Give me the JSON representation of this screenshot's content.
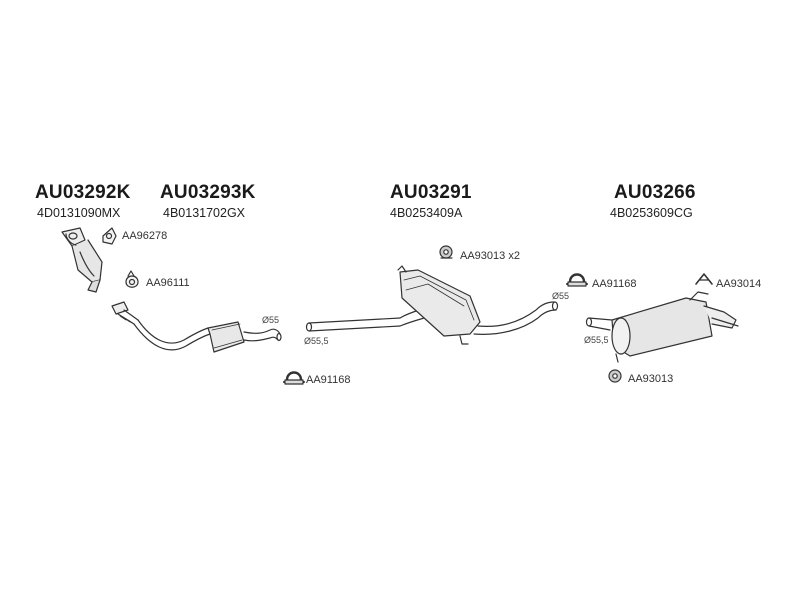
{
  "parts": [
    {
      "code": "AU03292K",
      "ref": "4D0131090MX"
    },
    {
      "code": "AU03293K",
      "ref": "4B0131702GX"
    },
    {
      "code": "AU03291",
      "ref": "4B0253409A"
    },
    {
      "code": "AU03266",
      "ref": "4B0253609CG"
    }
  ],
  "accessories": [
    {
      "label": "AA96278",
      "icon": "gasket-icon"
    },
    {
      "label": "AA96111",
      "icon": "gasket-icon"
    },
    {
      "label": "AA91168",
      "icon": "clamp-icon"
    },
    {
      "label": "AA93013 x2",
      "icon": "rubber-hanger-icon"
    },
    {
      "label": "AA91168",
      "icon": "clamp-icon"
    },
    {
      "label": "AA93014",
      "icon": "bracket-icon"
    },
    {
      "label": "AA93013",
      "icon": "rubber-hanger-icon"
    }
  ],
  "dimensions": [
    "Ø55",
    "Ø55,5",
    "Ø55",
    "Ø55,5"
  ],
  "colors": {
    "line": "#333333",
    "fill": "#f2f2f2",
    "shade": "#d0d0d0"
  }
}
